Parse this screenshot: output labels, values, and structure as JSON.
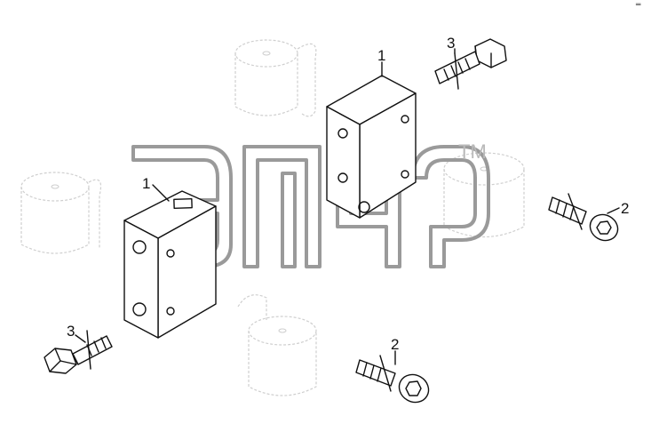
{
  "diagram": {
    "watermark_trademark": "TM",
    "corner_mark": "═",
    "callouts": [
      {
        "id": "block-top",
        "label": "1"
      },
      {
        "id": "block-left",
        "label": "1"
      },
      {
        "id": "bolt-hex-top",
        "label": "3"
      },
      {
        "id": "bolt-hex-bottom",
        "label": "3"
      },
      {
        "id": "screw-socket-right",
        "label": "2"
      },
      {
        "id": "screw-socket-bottom",
        "label": "2"
      }
    ],
    "colors": {
      "line": "#111111",
      "ghost": "#cfcfcf",
      "watermark": "#9a9a9a"
    }
  }
}
